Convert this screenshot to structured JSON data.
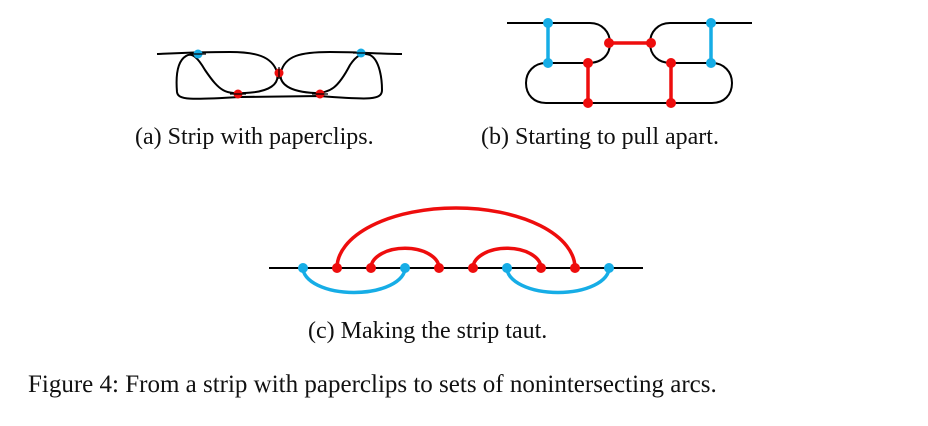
{
  "figure": {
    "label": "Figure 4:",
    "caption_text": "Figure 4: From a strip with paperclips to sets of nonintersecting arcs."
  },
  "subfigures": [
    {
      "id": "a",
      "caption": "(a) Strip with paperclips."
    },
    {
      "id": "b",
      "caption": "(b) Starting to pull apart."
    },
    {
      "id": "c",
      "caption": "(c) Making the strip taut."
    }
  ],
  "colors": {
    "strip": "#000000",
    "red": "#ee0d0d",
    "blue": "#16ade6"
  },
  "diagram_c": {
    "points_order": [
      "blue",
      "red",
      "red",
      "blue",
      "red",
      "red",
      "blue",
      "red",
      "red",
      "blue"
    ],
    "red_arcs": [
      [
        1,
        8
      ],
      [
        2,
        4
      ],
      [
        5,
        7
      ]
    ],
    "blue_arcs": [
      [
        0,
        3
      ],
      [
        6,
        9
      ]
    ]
  }
}
